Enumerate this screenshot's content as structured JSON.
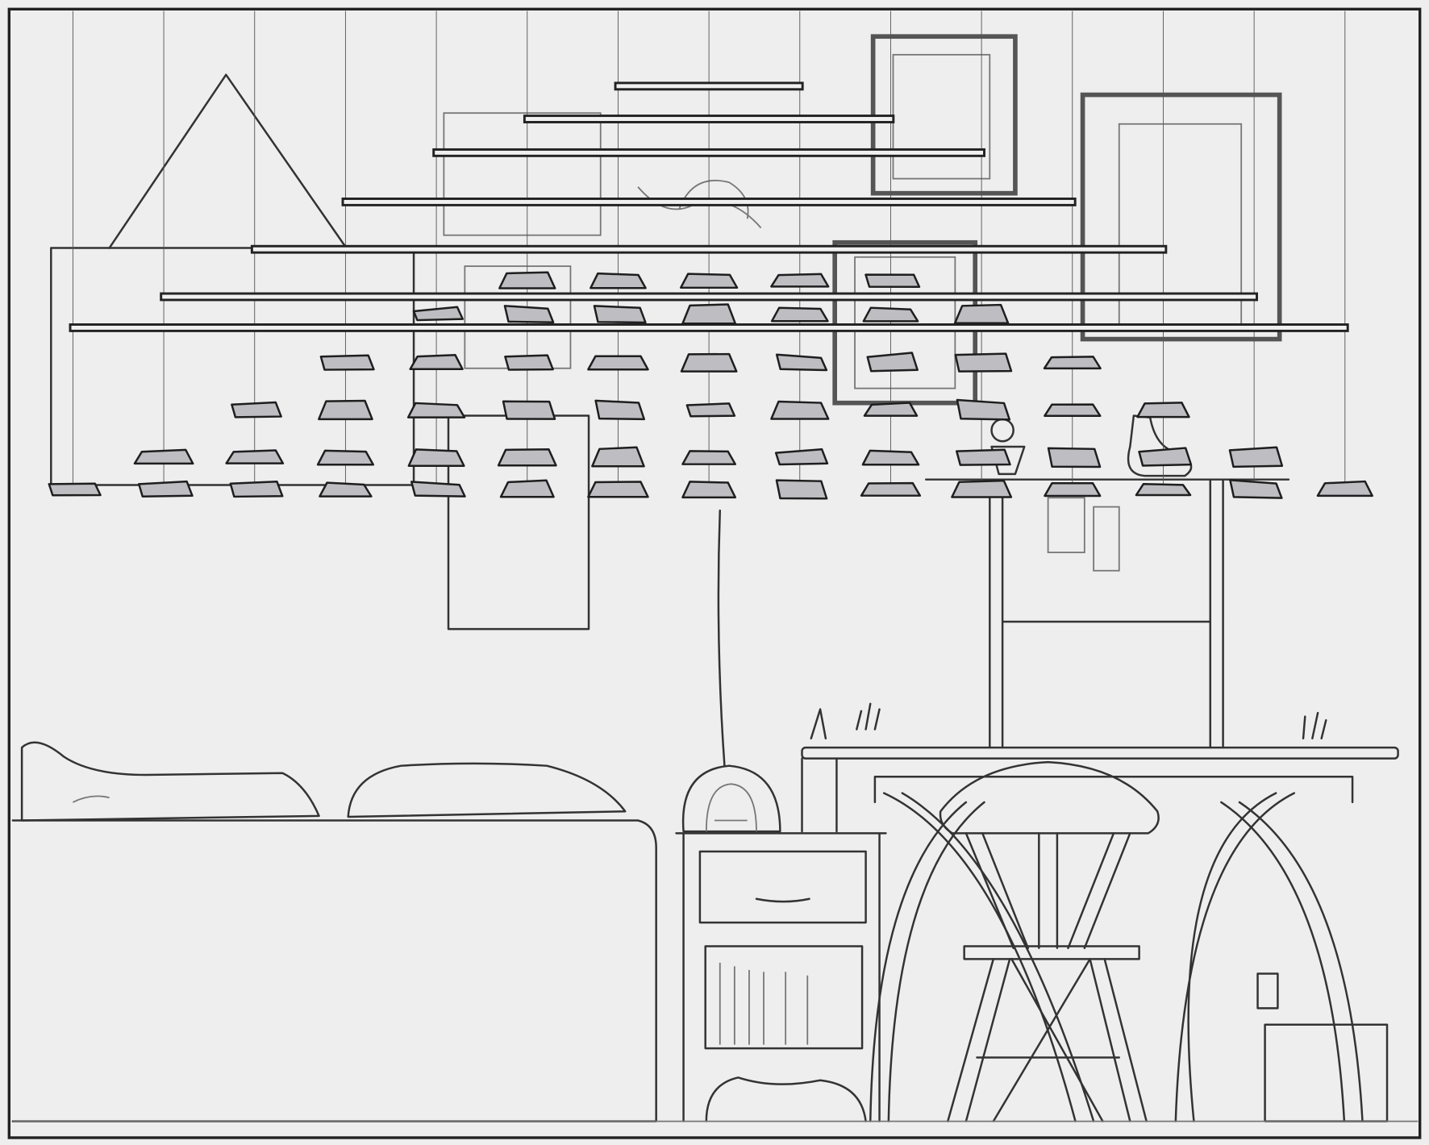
{
  "colors": {
    "paper": "#eeeeee",
    "line": "#333333",
    "tile_fill": "#bdbdc2",
    "tile_stroke": "#1e1e1e",
    "bar": "#222222",
    "string": "#555555"
  },
  "mobile": {
    "bar_levels": 7,
    "tile_rows": 6,
    "tile_columns": 15
  }
}
